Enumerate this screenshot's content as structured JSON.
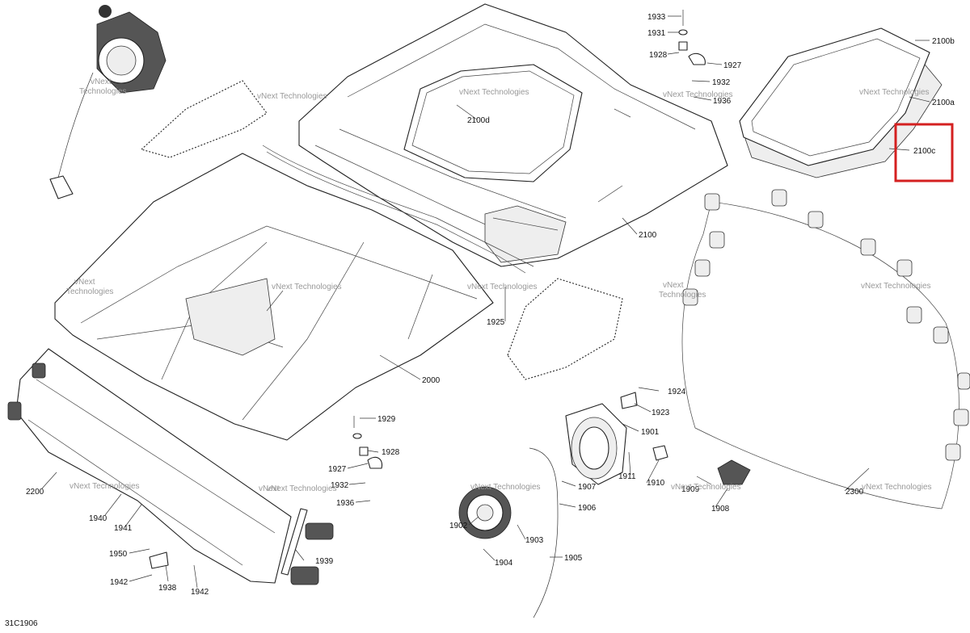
{
  "diagram": {
    "reference_code": "31C1906",
    "watermark": {
      "line1": "vNext",
      "line2": "Technologies",
      "inline": "vNext Technologies"
    },
    "highlight": {
      "label": "2100c",
      "color": "#d42020"
    },
    "callouts": [
      "1933",
      "1931",
      "1928",
      "1927",
      "1932",
      "1936",
      "2100b",
      "2100a",
      "2100c",
      "2100d",
      "2100",
      "1925",
      "2000",
      "2300",
      "1924",
      "1923",
      "1901",
      "1911",
      "1910",
      "1909",
      "1908",
      "1929",
      "1928",
      "1927",
      "1932",
      "1936",
      "1907",
      "1906",
      "1902",
      "1903",
      "1904",
      "1905",
      "2200",
      "1940",
      "1941",
      "1950",
      "1942",
      "1938",
      "1942",
      "1939"
    ]
  }
}
